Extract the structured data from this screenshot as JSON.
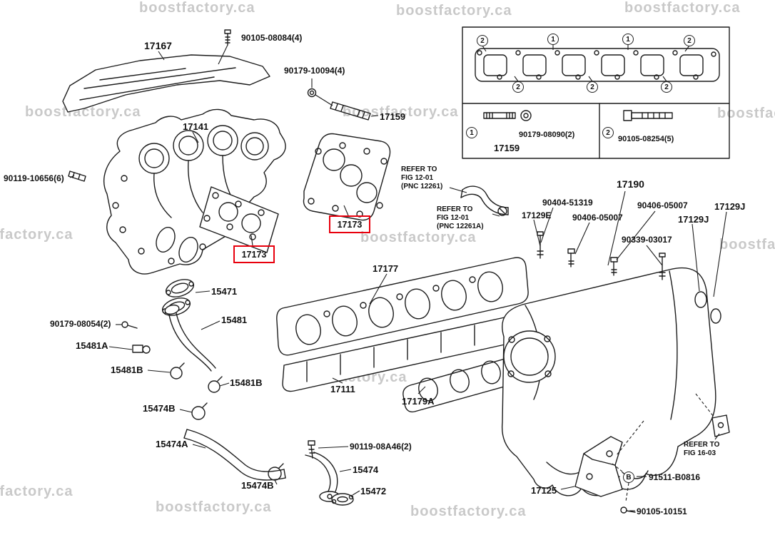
{
  "colors": {
    "highlight": "#e8000d",
    "line": "#1c1c1c",
    "watermark": "#c9c9c9",
    "background": "#ffffff"
  },
  "watermark": {
    "text": "boostfactory.ca"
  },
  "labels": {
    "p17167": "17167",
    "b90105_08084": "90105-08084(4)",
    "b90179_10094": "90179-10094(4)",
    "p17159": "17159",
    "p17141": "17141",
    "b90119_10656": "90119-10656(6)",
    "p17173": "17173",
    "p17177": "17177",
    "p15471": "15471",
    "b90179_08054": "90179-08054(2)",
    "p15481": "15481",
    "p15481A": "15481A",
    "p15481B": "15481B",
    "p15474B": "15474B",
    "p15474A": "15474A",
    "b90119_08A46": "90119-08A46(2)",
    "p15474": "15474",
    "p15472": "15472",
    "p17111": "17111",
    "p17179A": "17179A",
    "p17190": "17190",
    "b90404_51319": "90404-51319",
    "p17129E": "17129E",
    "b90406_05007": "90406-05007",
    "p17129J": "17129J",
    "b90339_03017": "90339-03017",
    "p17125": "17125",
    "b91511_B0816": "91511-B0816",
    "b90105_10151": "90105-10151"
  },
  "notes": {
    "fig1201a": {
      "l1": "REFER TO",
      "l2": "FIG 12-01",
      "l3": "(PNC 12261)"
    },
    "fig1201b": {
      "l1": "REFER TO",
      "l2": "FIG 12-01",
      "l3": "(PNC 12261A)"
    },
    "fig1603": {
      "l1": "REFER TO",
      "l2": "FIG 16-03"
    }
  },
  "inset": {
    "top_markers": [
      "2",
      "1",
      "1",
      "2"
    ],
    "bottom_markers": [
      "2",
      "2",
      "2"
    ],
    "cells": [
      {
        "marker": "1",
        "bolt_label": "90179-08090(2)",
        "part_label": "17159"
      },
      {
        "marker": "2",
        "bolt_label": "90105-08254(5)"
      }
    ]
  },
  "callouts": {
    "bolt_b": "B"
  }
}
